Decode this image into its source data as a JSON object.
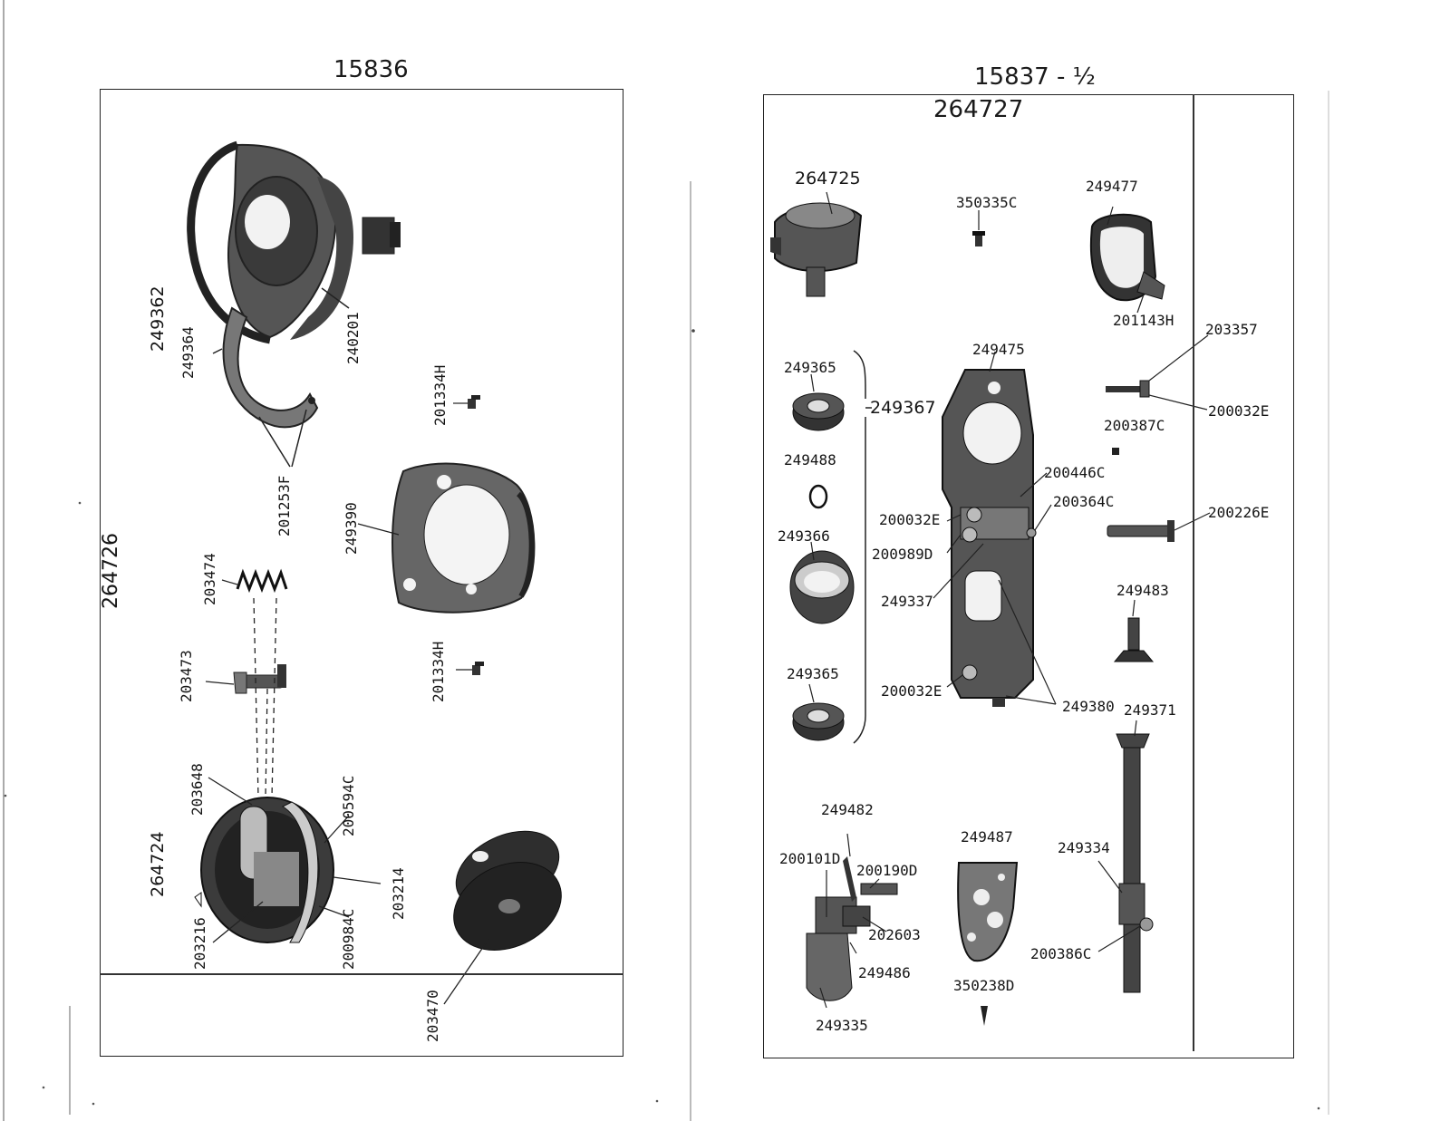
{
  "left_panel": {
    "plate_number": "15836",
    "assembly_number": "264726",
    "parts": {
      "p249362": "249362",
      "p249364": "249364",
      "p240201": "240201",
      "p201334h_a": "201334H",
      "p201253f": "201253F",
      "p249390": "249390",
      "p203474": "203474",
      "p203473": "203473",
      "p201334h_b": "201334H",
      "p203648": "203648",
      "p200594c": "200594C",
      "p264724": "264724",
      "p203214": "203214",
      "p203216": "203216",
      "p200984c": "200984C",
      "p203470": "203470"
    }
  },
  "right_panel": {
    "plate_number": "15837 - ½",
    "assembly_number": "264727",
    "parts": {
      "p264725": "264725",
      "p350335c": "350335C",
      "p249477": "249477",
      "p201143h": "201143H",
      "p203357": "203357",
      "p249475": "249475",
      "p249365_a": "249365",
      "p249367": "249367",
      "p200032e_a": "200032E",
      "p200387c": "200387C",
      "p249488": "249488",
      "p200446c": "200446C",
      "p200364c": "200364C",
      "p200032e_b": "200032E",
      "p200226e": "200226E",
      "p249366": "249366",
      "p200989d": "200989D",
      "p249337": "249337",
      "p249483": "249483",
      "p249365_b": "249365",
      "p200032e_c": "200032E",
      "p249380": "249380",
      "p249371": "249371",
      "p249482": "249482",
      "p249487": "249487",
      "p200101d": "200101D",
      "p200190d": "200190D",
      "p249334": "249334",
      "p202603": "202603",
      "p200386c": "200386C",
      "p249486": "249486",
      "p350238d": "350238D",
      "p249335": "249335"
    }
  }
}
